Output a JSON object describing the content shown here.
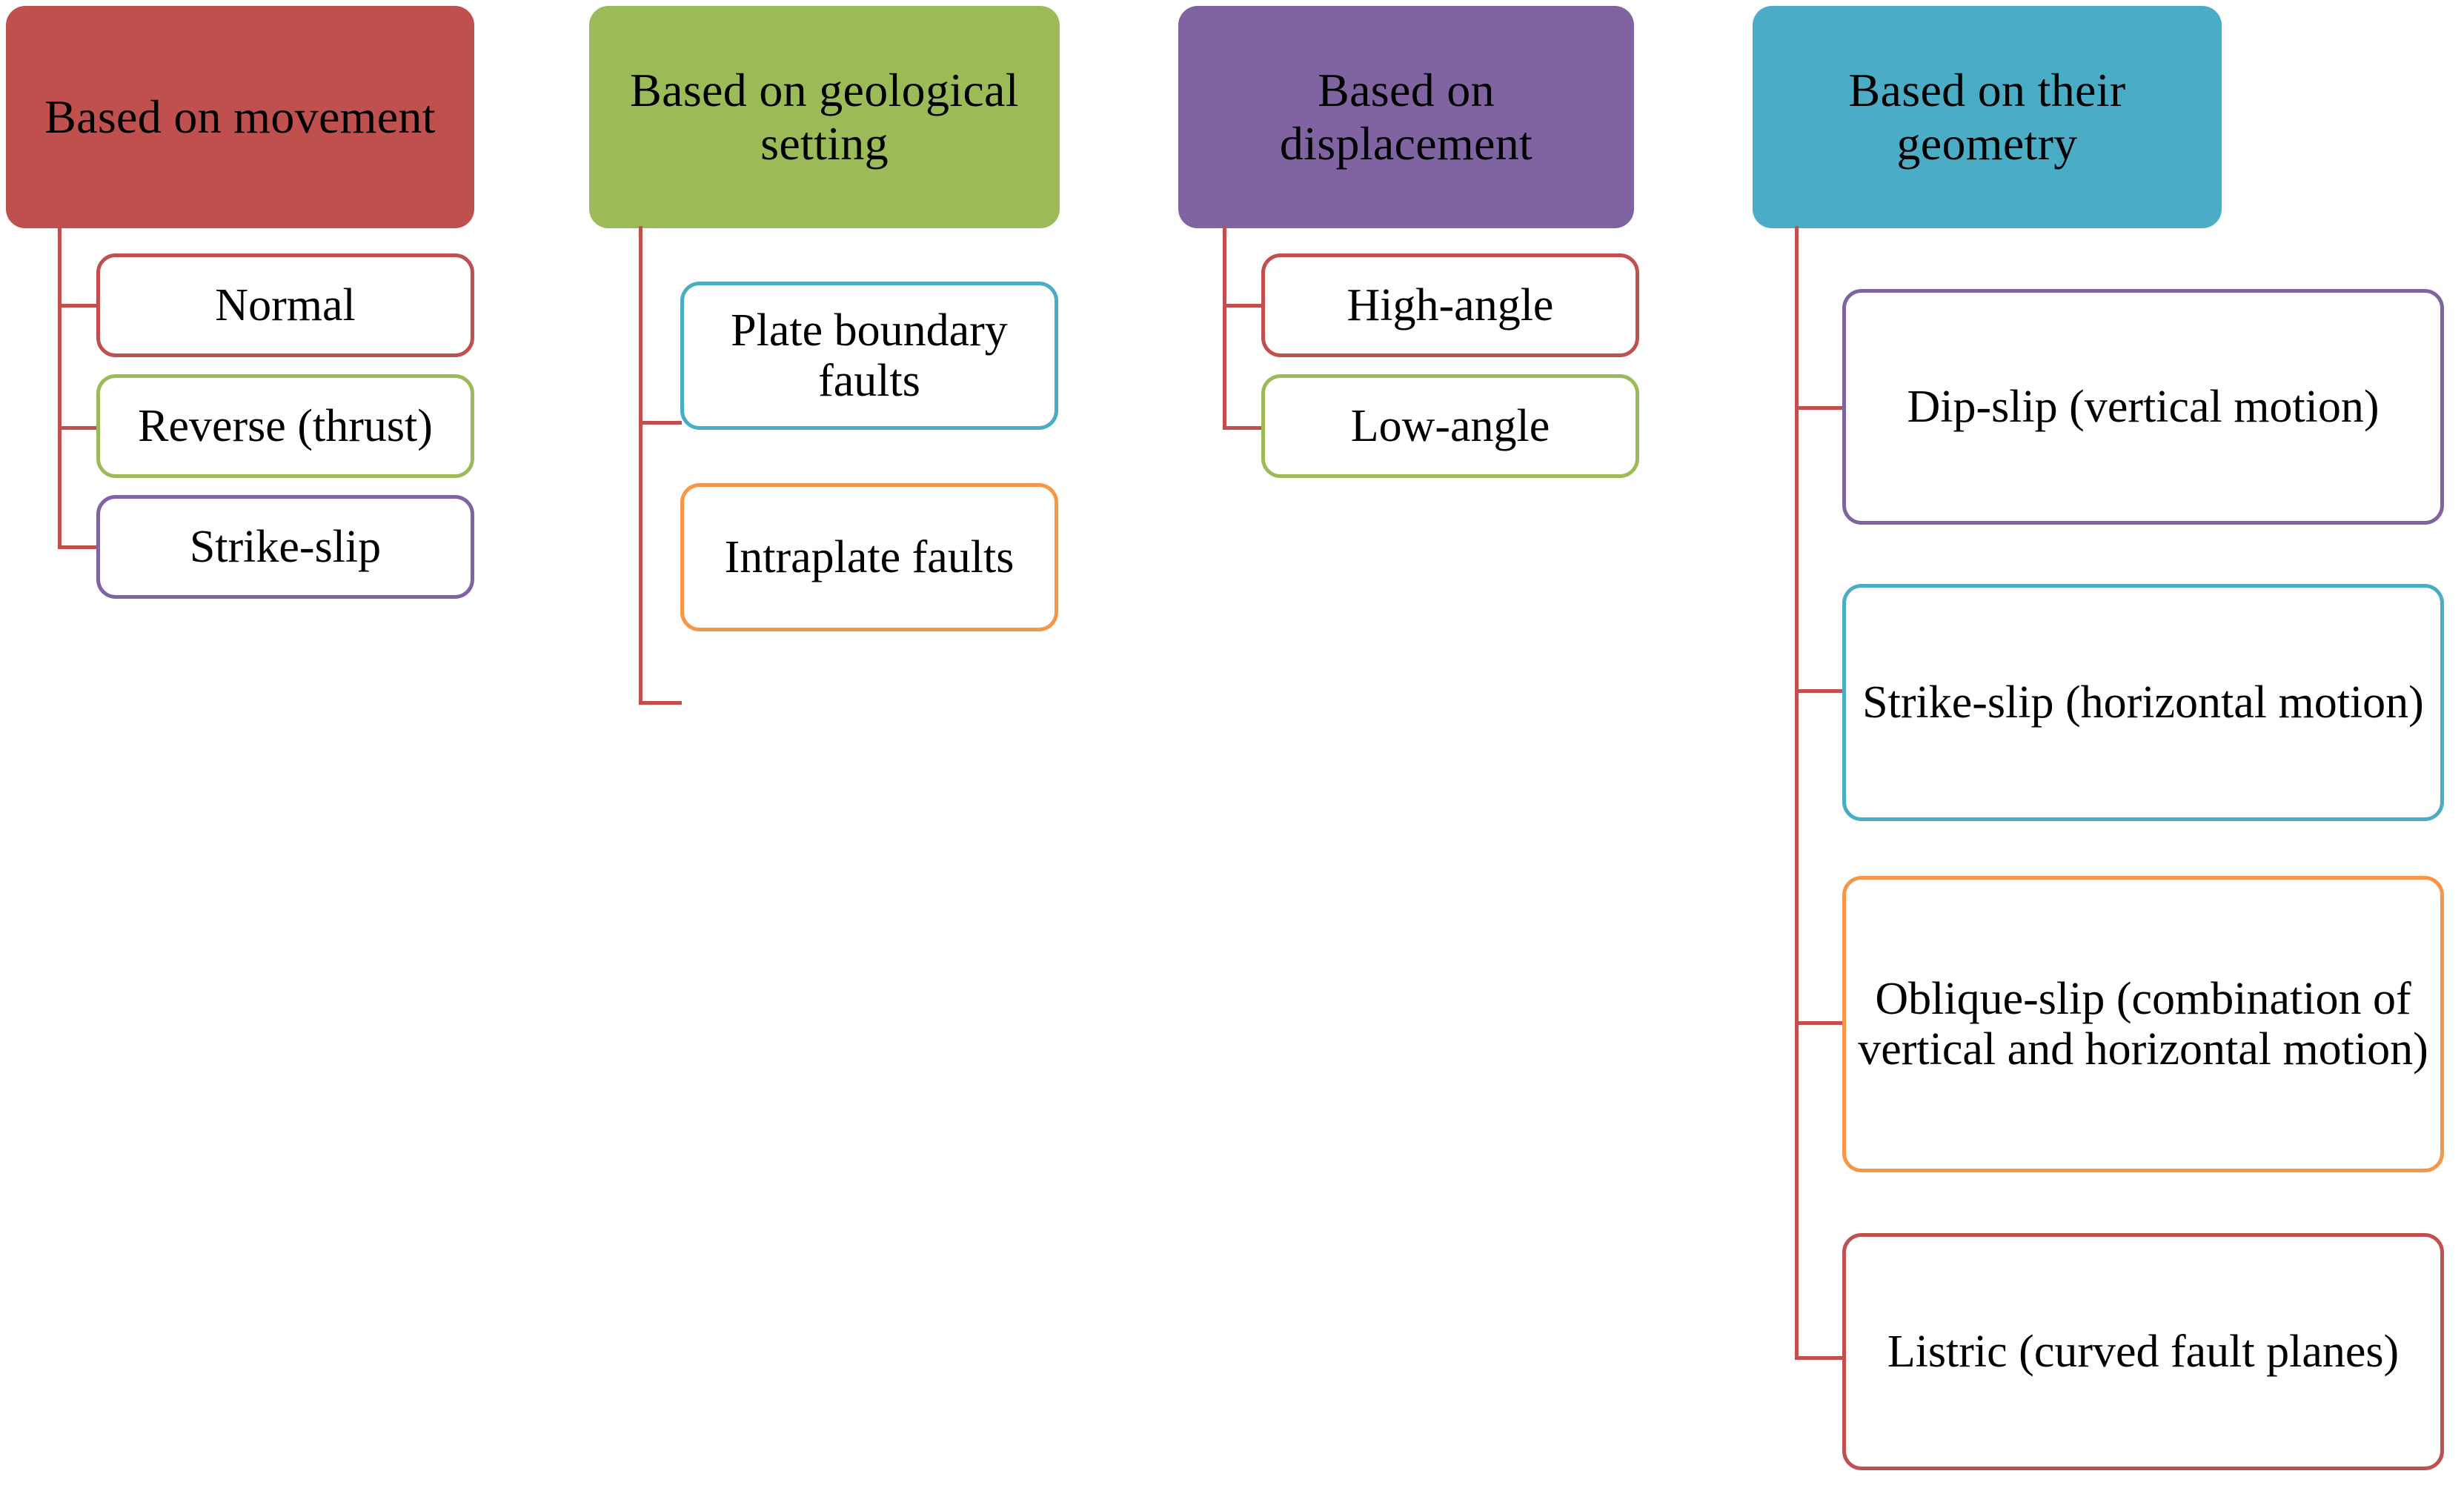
{
  "diagram": {
    "title_text_color": "#000000",
    "connector_color": "#C0504D",
    "background": "#ffffff",
    "palette": {
      "red": "#C0504D",
      "green": "#9BBB59",
      "purple": "#8064A2",
      "teal": "#4BACC6",
      "orange": "#F79646"
    },
    "columns": [
      {
        "id": "movement",
        "header": {
          "label": "Based on movement",
          "fill": "#C0504D"
        },
        "children": [
          {
            "label": "Normal",
            "border": "#C0504D"
          },
          {
            "label": "Reverse (thrust)",
            "border": "#9BBB59"
          },
          {
            "label": "Strike-slip",
            "border": "#8064A2"
          }
        ]
      },
      {
        "id": "geological-setting",
        "header": {
          "label": "Based on geological setting",
          "fill": "#9BBB59"
        },
        "children": [
          {
            "label": "Plate boundary faults",
            "border": "#4BACC6"
          },
          {
            "label": "Intraplate faults",
            "border": "#F79646"
          }
        ]
      },
      {
        "id": "displacement",
        "header": {
          "label": "Based on displacement",
          "fill": "#8064A2"
        },
        "children": [
          {
            "label": "High-angle",
            "border": "#C0504D"
          },
          {
            "label": "Low-angle",
            "border": "#9BBB59"
          }
        ]
      },
      {
        "id": "geometry",
        "header": {
          "label": "Based on their geometry",
          "fill": "#4BACC6"
        },
        "children": [
          {
            "label": "Dip-slip (vertical motion)",
            "border": "#8064A2"
          },
          {
            "label": "Strike-slip (horizontal motion)",
            "border": "#4BACC6"
          },
          {
            "label": "Oblique-slip (combination of vertical and horizontal motion)",
            "border": "#F79646"
          },
          {
            "label": "Listric (curved fault planes)",
            "border": "#C0504D"
          }
        ]
      }
    ]
  }
}
